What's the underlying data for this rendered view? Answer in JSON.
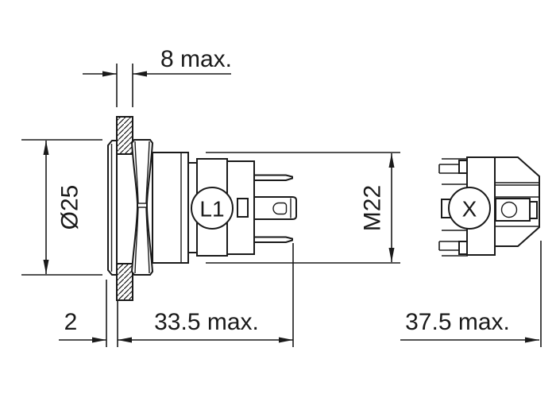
{
  "drawing": {
    "labels": {
      "lamp_circle": "L1",
      "aux_circle": "X"
    },
    "dimensions": {
      "panel_thickness": "8 max.",
      "bezel_diameter": "Ø25",
      "front_lip": "2",
      "depth_behind_panel": "33.5 max.",
      "thread": "M22",
      "overall_depth": "37.5 max."
    },
    "colors": {
      "line": "#1a1a1a",
      "background": "#ffffff"
    }
  }
}
